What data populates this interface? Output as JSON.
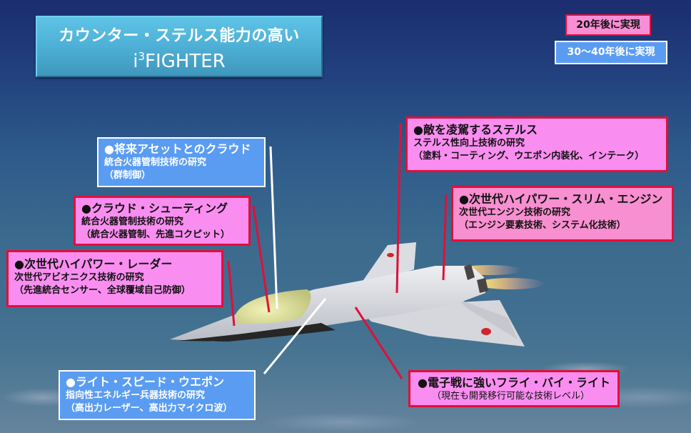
{
  "title": {
    "line1": "カウンター・ステルス能力の高い",
    "line2_prefix": "i",
    "line2_sup": "3",
    "line2_suffix": "FIGHTER"
  },
  "legend": {
    "near_term": {
      "label": "20年後に実現",
      "color": "#f98ed6",
      "border": "#e0103a"
    },
    "long_term": {
      "label": "30〜40年後に実現",
      "color": "#5a9cf2",
      "border": "#ffffff"
    }
  },
  "callouts": {
    "cloud_assets": {
      "head": "●将来アセットとのクラウド",
      "line1": "統合火器管制技術の研究",
      "line2": "（群制御）",
      "category": "long_term"
    },
    "cloud_shooting": {
      "head": "●クラウド・シューティング",
      "line1": "統合火器管制技術の研究",
      "line2": "（統合火器管制、先進コクピット）",
      "category": "near_term"
    },
    "radar": {
      "head": "●次世代ハイパワー・レーダー",
      "line1": "次世代アビオニクス技術の研究",
      "line2": "（先進統合センサー、全球覆域自己防御）",
      "category": "near_term"
    },
    "stealth": {
      "head": "●敵を凌駕するステルス",
      "line1": "ステルス性向上技術の研究",
      "line2": "（塗料・コーティング、ウエポン内装化、インテーク）",
      "category": "near_term"
    },
    "engine": {
      "head": "●次世代ハイパワー・スリム・エンジン",
      "line1": "次世代エンジン技術の研究",
      "line2": "（エンジン要素技術、システム化技術）",
      "category": "near_term"
    },
    "light_speed": {
      "head": "●ライト・スピード・ウエポン",
      "line1": "指向性エネルギー兵器技術の研究",
      "line2": "（高出力レーザー、高出力マイクロ波）",
      "category": "long_term"
    },
    "fly_by_light": {
      "head": "●電子戦に強いフライ・バイ・ライト",
      "line1": "（現在も開発移行可能な技術レベル）",
      "category": "near_term"
    }
  },
  "illustration": {
    "subject": "fighter-aircraft",
    "markings": "hinomaru-roundel",
    "canopy_color": "#dfe39a",
    "body_color": "#d9dadf"
  }
}
